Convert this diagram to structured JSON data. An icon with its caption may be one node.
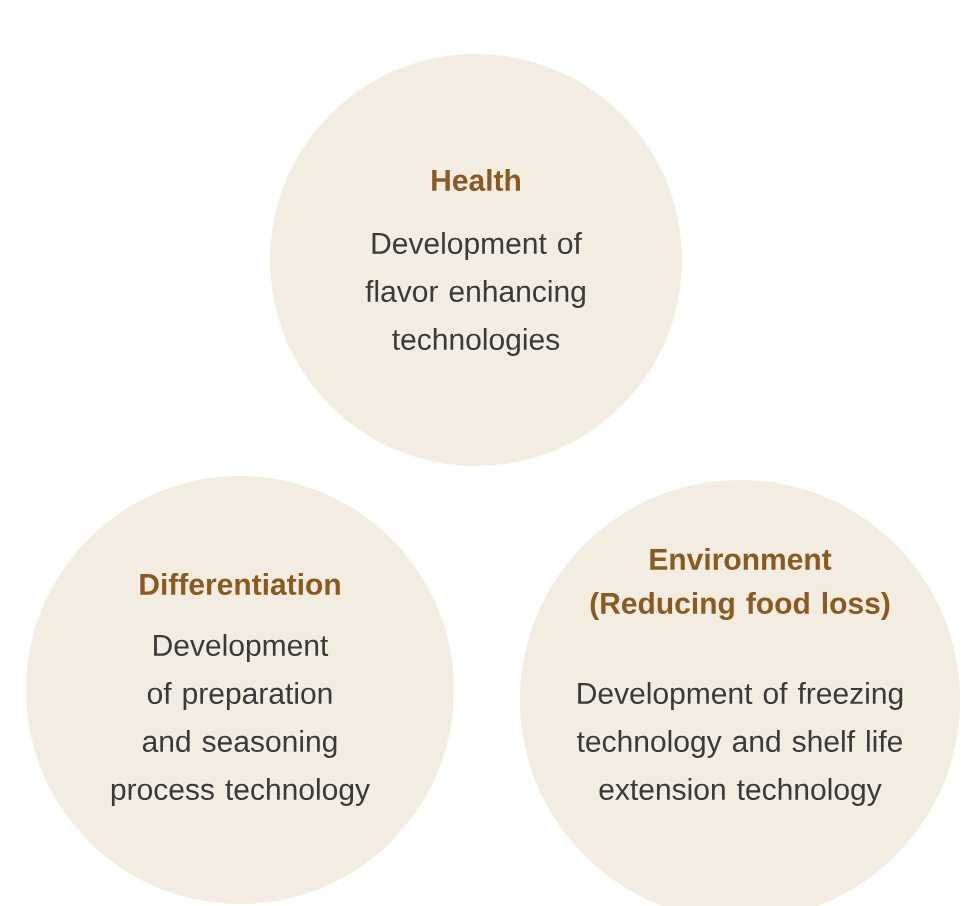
{
  "diagram": {
    "nodes": [
      {
        "text": [
          "Health",
          "Development of flavor enhancing technologies"
        ]
      },
      {
        "text": [
          "Differentiation",
          "Development of preparation and seasoning process technology"
        ]
      },
      {
        "text": [
          "Environment (Reducing food loss)",
          "Development of freezing technology and shelf life extension technology"
        ]
      }
    ]
  }
}
